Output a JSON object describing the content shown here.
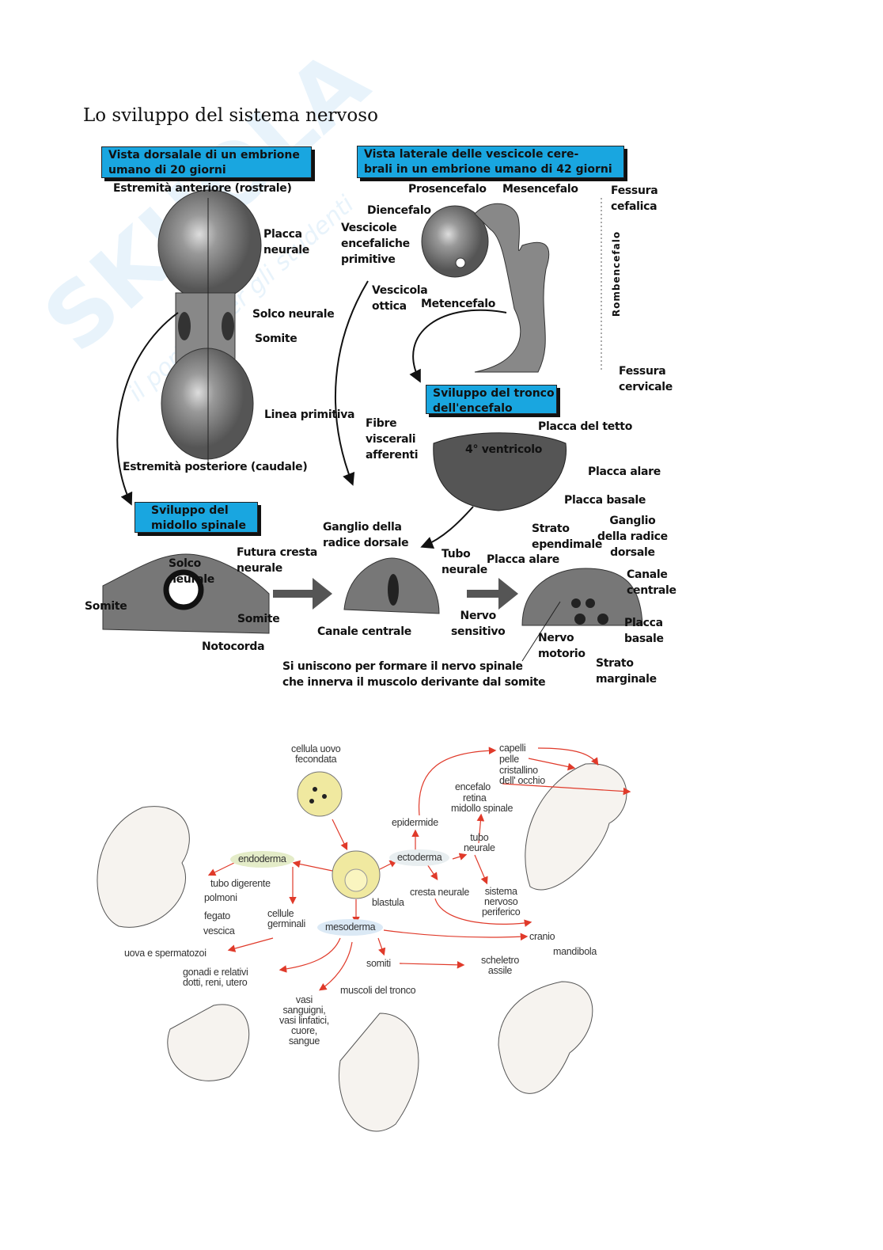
{
  "watermark": {
    "logo": "Skuola.net",
    "tagline": "il portale per gli studenti"
  },
  "title": "Lo sviluppo del sistema nervoso",
  "figure1": {
    "boxes": {
      "dorsal": "Vista dorsalale di un embrione\numano di 20 giorni",
      "lateral": "Vista laterale delle vescicole cere-\nbrali in un embrione umano di 42 giorni",
      "tronco": "Sviluppo del tronco\ndell'encefalo",
      "midollo": "Sviluppo del\nmidollo spinale"
    },
    "labels": {
      "rostrale": "Estremità anteriore (rostrale)",
      "placca_neurale": "Placca\nneurale",
      "solco_neurale": "Solco neurale",
      "somite": "Somite",
      "linea_primitiva": "Linea primitiva",
      "caudale": "Estremità posteriore (caudale)",
      "prosencefalo": "Prosencefalo",
      "mesencefalo": "Mesencefalo",
      "fessura_cefalica": "Fessura\ncefalica",
      "diencefalo": "Diencefalo",
      "vescicole": "Vescicole\nencefaliche\nprimitive",
      "vescicola_ottica": "Vescicola\nottica",
      "metencefalo": "Metencefalo",
      "rombencefalo": "Rombencefalo",
      "fessura_cervicale": "Fessura\ncervicale",
      "fibre": "Fibre\nviscerali\nafferenti",
      "placca_tetto": "Placca del tetto",
      "ventricolo": "4° ventricolo",
      "placca_alare": "Placca alare",
      "placca_basale": "Placca basale",
      "ganglio1": "Ganglio della\nradice dorsale",
      "futura_cresta": "Futura cresta\nneurale",
      "solco2": "Solco\nneurale",
      "somite_l": "Somite",
      "somite_r": "Somite",
      "notocorda": "Notocorda",
      "canale1": "Canale centrale",
      "tubo_neurale": "Tubo\nneurale",
      "strato_ependimale": "Strato\nependimale",
      "ganglio2": "Ganglio\ndella radice\ndorsale",
      "placca_alare2": "Placca alare",
      "canale2": "Canale\ncentrale",
      "nervo_sensitivo": "Nervo\nsensitivo",
      "nervo_motorio": "Nervo\nmotorio",
      "placca_basale2": "Placca\nbasale",
      "strato_marginale": "Strato\nmarginale",
      "caption": "Si uniscono per formare il nervo spinale\nche innerva il muscolo derivante dal somite"
    }
  },
  "figure2": {
    "labels": {
      "cellula": "cellula uovo\nfecondata",
      "capelli": "capelli",
      "pelle": "pelle",
      "cristallino": "cristallino\ndell' occhio",
      "encefalo": "encefalo",
      "retina": "retina",
      "midollo": "midollo spinale",
      "epidermide": "epidermide",
      "tubo_neurale": "tubo\nneurale",
      "endoderma": "endoderma",
      "ectoderma": "ectoderma",
      "tubo_digerente": "tubo digerente",
      "polmoni": "polmoni",
      "cresta_neurale": "cresta neurale",
      "snp": "sistema\nnervoso\nperiferico",
      "blastula": "blastula",
      "fegato": "fegato",
      "cellule_germinali": "cellule\ngerminali",
      "vescica": "vescica",
      "mesoderma": "mesoderma",
      "cranio": "cranio",
      "uova": "uova e spermatozoi",
      "mandibola": "mandibola",
      "somiti": "somiti",
      "scheletro": "scheletro\nassile",
      "gonadi": "gonadi e relativi\ndotti, reni, utero",
      "muscoli": "muscoli del tronco",
      "vasi": "vasi\nsanguigni,\nvasi linfatici,\ncuore,\nsangue"
    }
  },
  "colors": {
    "box": "#19a6e0",
    "arrow": "#e03a2a",
    "germ_endo": "#e4ecc8",
    "germ_ecto": "#e8eef0",
    "germ_meso": "#dbe9f5"
  }
}
